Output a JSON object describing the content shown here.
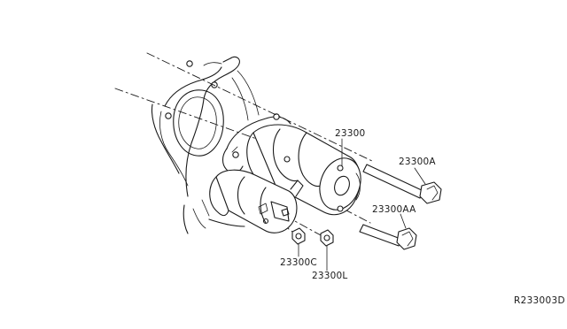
{
  "diagram": {
    "callouts": [
      {
        "id": "starter",
        "text": "23300"
      },
      {
        "id": "bolt-a",
        "text": "23300A"
      },
      {
        "id": "bolt-aa",
        "text": "23300AA"
      },
      {
        "id": "nut-c",
        "text": "23300C"
      },
      {
        "id": "nut-l",
        "text": "23300L"
      }
    ],
    "reference_code": "R233003D"
  }
}
